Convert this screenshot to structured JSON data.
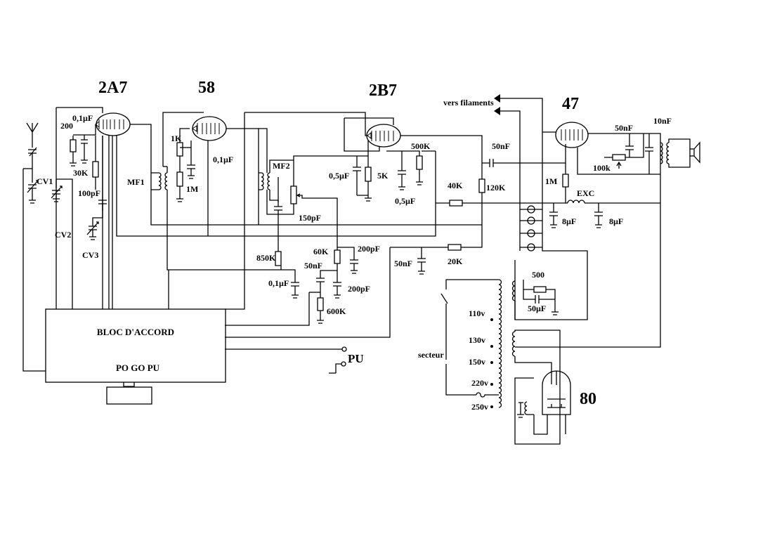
{
  "tubes": {
    "t2a7": "2A7",
    "t58": "58",
    "t2b7": "2B7",
    "t47": "47",
    "t80": "80"
  },
  "block": {
    "title": "BLOC D'ACCORD",
    "bands": "PO GO PU"
  },
  "labels": {
    "pu": "PU",
    "vers_filaments": "vers filaments",
    "secteur": "secteur",
    "cv1": "CV1",
    "cv2": "CV2",
    "cv3": "CV3",
    "mf1": "MF1",
    "mf2": "MF2",
    "exc": "EXC"
  },
  "components": {
    "c_01uF_a": "0,1µF",
    "r_200": "200",
    "r_30k": "30K",
    "c_100pf": "100pF",
    "r_1k": "1K",
    "r_1m_a": "1M",
    "c_01uF_b": "0,1µF",
    "c_05uF_a": "0,5µF",
    "r_5k": "5K",
    "r_500k": "500K",
    "c_05uF_b": "0,5µF",
    "c_150pf": "150pF",
    "r_850k": "850K",
    "c_01uF_c": "0,1µF",
    "r_60k": "60K",
    "c_50nf_a": "50nF",
    "c_200pf_a": "200pF",
    "c_200pf_b": "200pF",
    "r_600k": "600K",
    "c_50nf_b": "50nF",
    "r_40k": "40K",
    "r_120k": "120K",
    "r_20k": "20K",
    "c_50nf_c": "50nF",
    "r_1m_b": "1M",
    "c_50nf_d": "50nF",
    "r_100k": "100k",
    "c_10nf": "10nF",
    "c_8uf_a": "8µF",
    "c_8uf_b": "8µF",
    "r_500": "500",
    "c_50uf": "50µF",
    "v110": "110v",
    "v130": "130v",
    "v150": "150v",
    "v220": "220v",
    "v250": "250v"
  }
}
